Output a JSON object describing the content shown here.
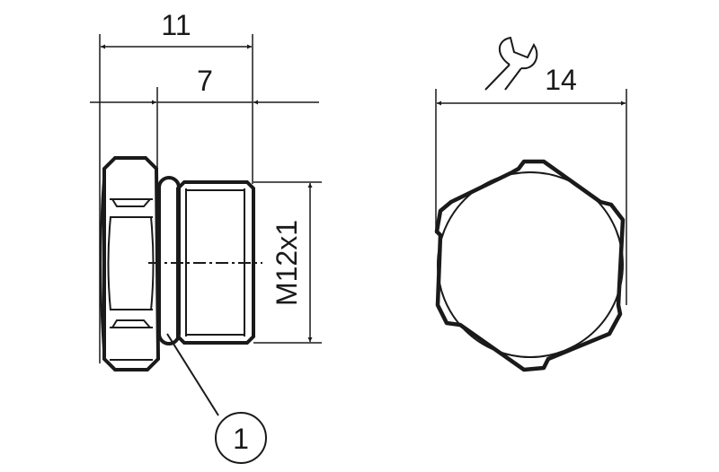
{
  "drawing": {
    "dimensions": {
      "overall_length": "11",
      "thread_length": "7",
      "thread_size": "M12x1",
      "wrench_size": "14"
    },
    "callouts": {
      "item_1": "1"
    },
    "icons": {
      "wrench": "wrench-icon"
    },
    "colors": {
      "line": "#1a1a1a",
      "background": "#ffffff"
    }
  }
}
